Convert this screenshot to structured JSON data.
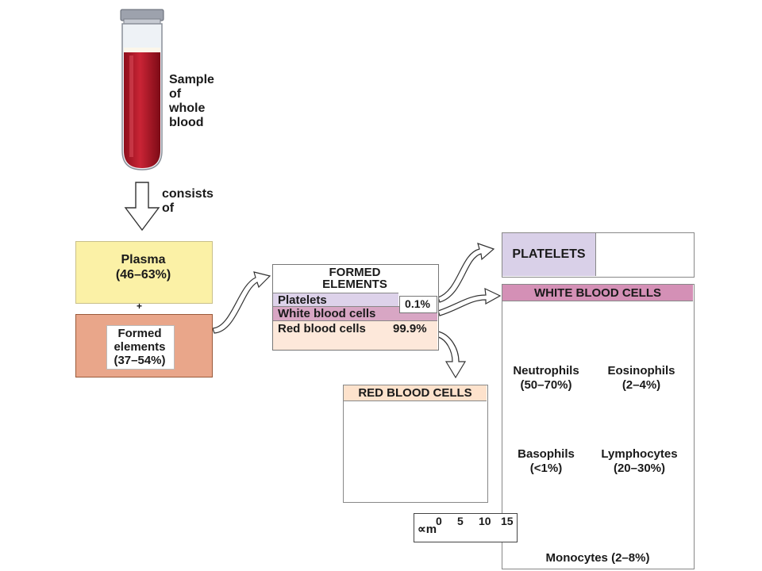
{
  "tube": {
    "caption": [
      "Sample",
      "of",
      "whole",
      "blood"
    ]
  },
  "arrow_caption": [
    "consists",
    "of"
  ],
  "plasma": {
    "label": "Plasma",
    "range": "(46–63%)"
  },
  "plus": "+",
  "formed": {
    "label": [
      "Formed",
      "elements"
    ],
    "range": "(37–54%)"
  },
  "formed_elements": {
    "title": [
      "FORMED",
      "ELEMENTS"
    ],
    "platelets": "Platelets",
    "white_blood_cells": "White blood cells",
    "combined_pct": "0.1%",
    "red_blood_cells": "Red blood cells",
    "red_pct": "99.9%"
  },
  "platelets_panel": {
    "title": "PLATELETS"
  },
  "wbc_panel": {
    "title": "WHITE BLOOD CELLS",
    "cells": [
      {
        "name": "Neutrophils",
        "range": "(50–70%)"
      },
      {
        "name": "Eosinophils",
        "range": "(2–4%)"
      },
      {
        "name": "Basophils",
        "range": "(<1%)"
      },
      {
        "name": "Lymphocytes",
        "range": "(20–30%)"
      },
      {
        "name": "Monocytes",
        "range": "(2–8%)"
      }
    ]
  },
  "rbc_panel": {
    "title": "RED BLOOD CELLS"
  },
  "scale": {
    "unit": "∝m",
    "ticks": [
      "0",
      "5",
      "10",
      "15"
    ]
  },
  "colors": {
    "blood": "#b81a2a",
    "plasma": "#fbf1a6",
    "platelets_header": "#d9d0e8",
    "wbc_header": "#d490b6",
    "rbc_header": "#fde2cc",
    "rbc_cell": "#e8795a"
  }
}
